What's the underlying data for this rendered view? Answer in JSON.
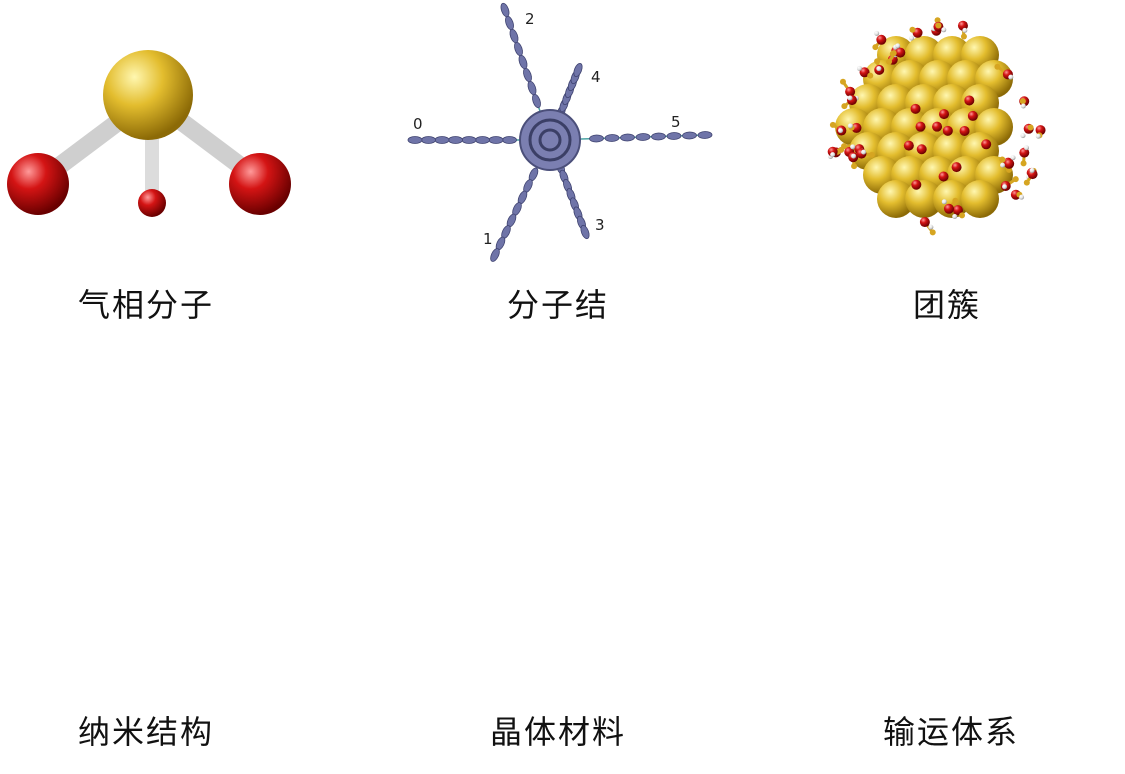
{
  "panels": [
    {
      "id": "gas",
      "caption": "气相分子"
    },
    {
      "id": "junction",
      "caption": "分子结",
      "electrode_labels": [
        "0",
        "1",
        "2",
        "3",
        "4",
        "5"
      ]
    },
    {
      "id": "cluster",
      "caption": "团簇"
    },
    {
      "id": "nano",
      "caption": "纳米结构"
    },
    {
      "id": "crystal",
      "caption": "晶体材料"
    },
    {
      "id": "transport",
      "caption": "输运体系"
    }
  ],
  "colors": {
    "sulfur_gold": "#e0b52a",
    "oxygen_red": "#cc1111",
    "bond_grey": "#d9d9d9",
    "electrode_blue": "#6f74a8",
    "gold_atom": "#d6a521",
    "metal_grey_blue": "#6b6f9c",
    "hydrogen_white": "#f2f2f2",
    "molecule_grey": "#8a8a8a"
  }
}
